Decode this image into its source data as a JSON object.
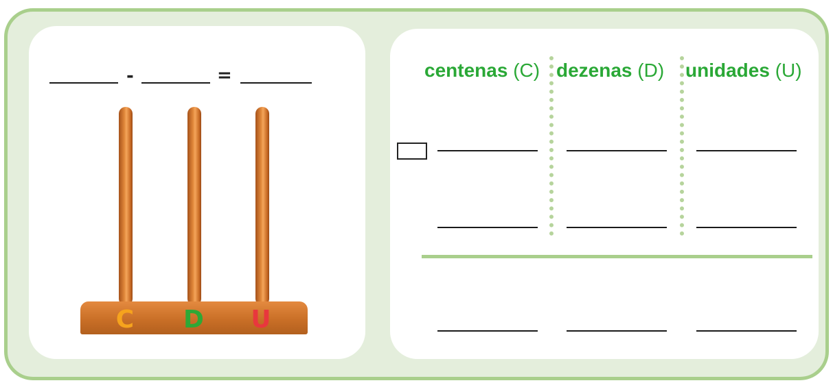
{
  "equation": {
    "minus": "-",
    "equals": "="
  },
  "abacus": {
    "letters": [
      {
        "text": "C",
        "color": "#f6a31d"
      },
      {
        "text": "D",
        "color": "#2ea836"
      },
      {
        "text": "U",
        "color": "#e8373d"
      }
    ]
  },
  "columns": [
    {
      "word": "centenas",
      "abbr": "(C)"
    },
    {
      "word": "dezenas",
      "abbr": "(D)"
    },
    {
      "word": "unidades",
      "abbr": "(U)"
    }
  ],
  "colors": {
    "frame": "#a9cf8c",
    "background": "#e4eedc",
    "header_green": "#2aa836",
    "rod": "#e0873a"
  }
}
